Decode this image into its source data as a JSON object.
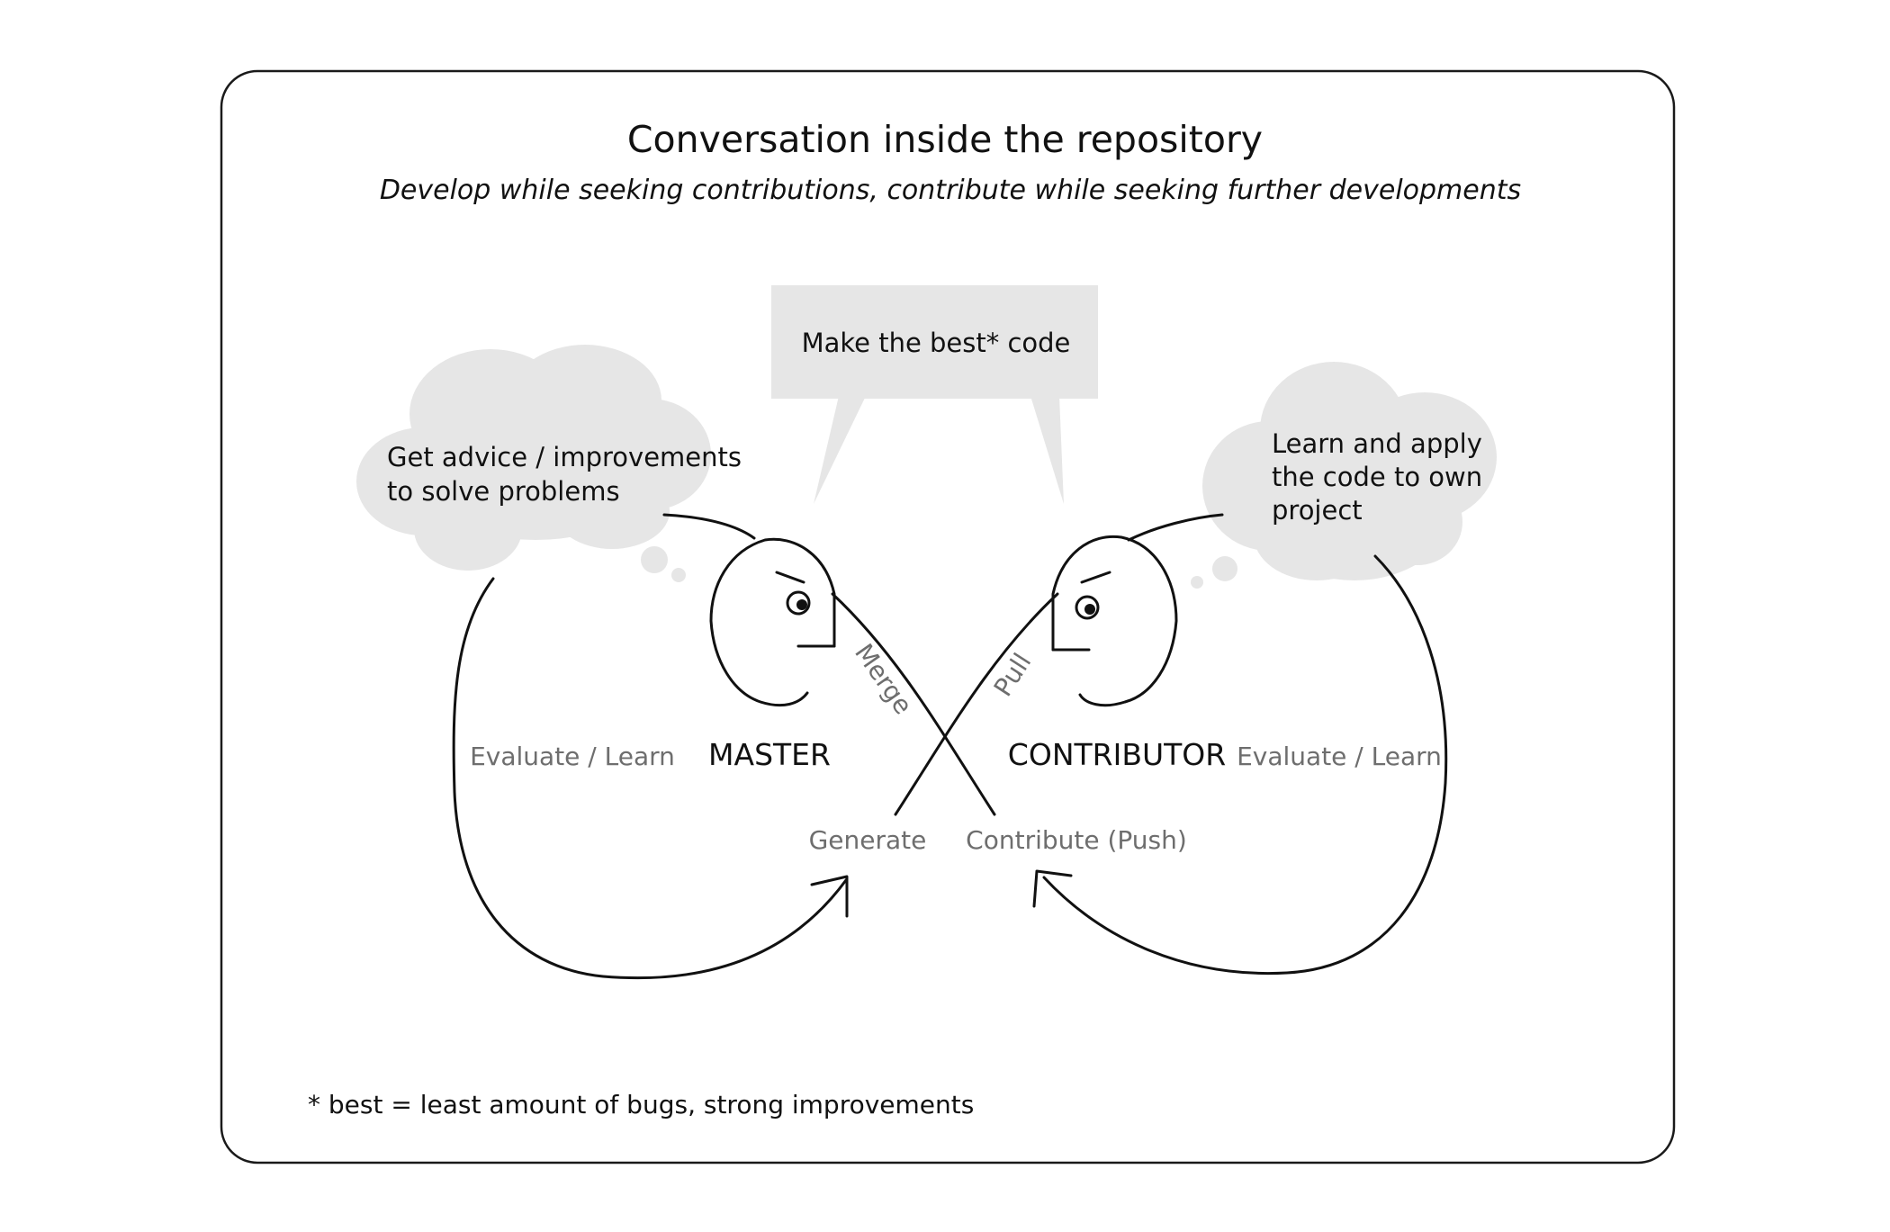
{
  "title": "Conversation inside the repository",
  "subtitle": "Develop while seeking contributions, contribute while seeking further developments",
  "speech_bubble": {
    "text": "Make the best* code"
  },
  "left_thought": {
    "lines": [
      "Get advice / improvements",
      "to solve problems"
    ]
  },
  "right_thought": {
    "lines": [
      "Learn and apply",
      "the code to own",
      "project"
    ]
  },
  "master": {
    "label": "MASTER",
    "loop_label": "Evaluate / Learn"
  },
  "contributor": {
    "label": "CONTRIBUTOR",
    "loop_label": "Evaluate / Learn"
  },
  "flow_labels": {
    "merge": "Merge",
    "pull": "Pull",
    "generate": "Generate",
    "contribute": "Contribute (Push)"
  },
  "footnote": "* best = least amount of bugs, strong improvements",
  "colors": {
    "bubble_fill": "#e6e6e6",
    "line": "#111111",
    "label_grey": "#6e6e6e"
  }
}
